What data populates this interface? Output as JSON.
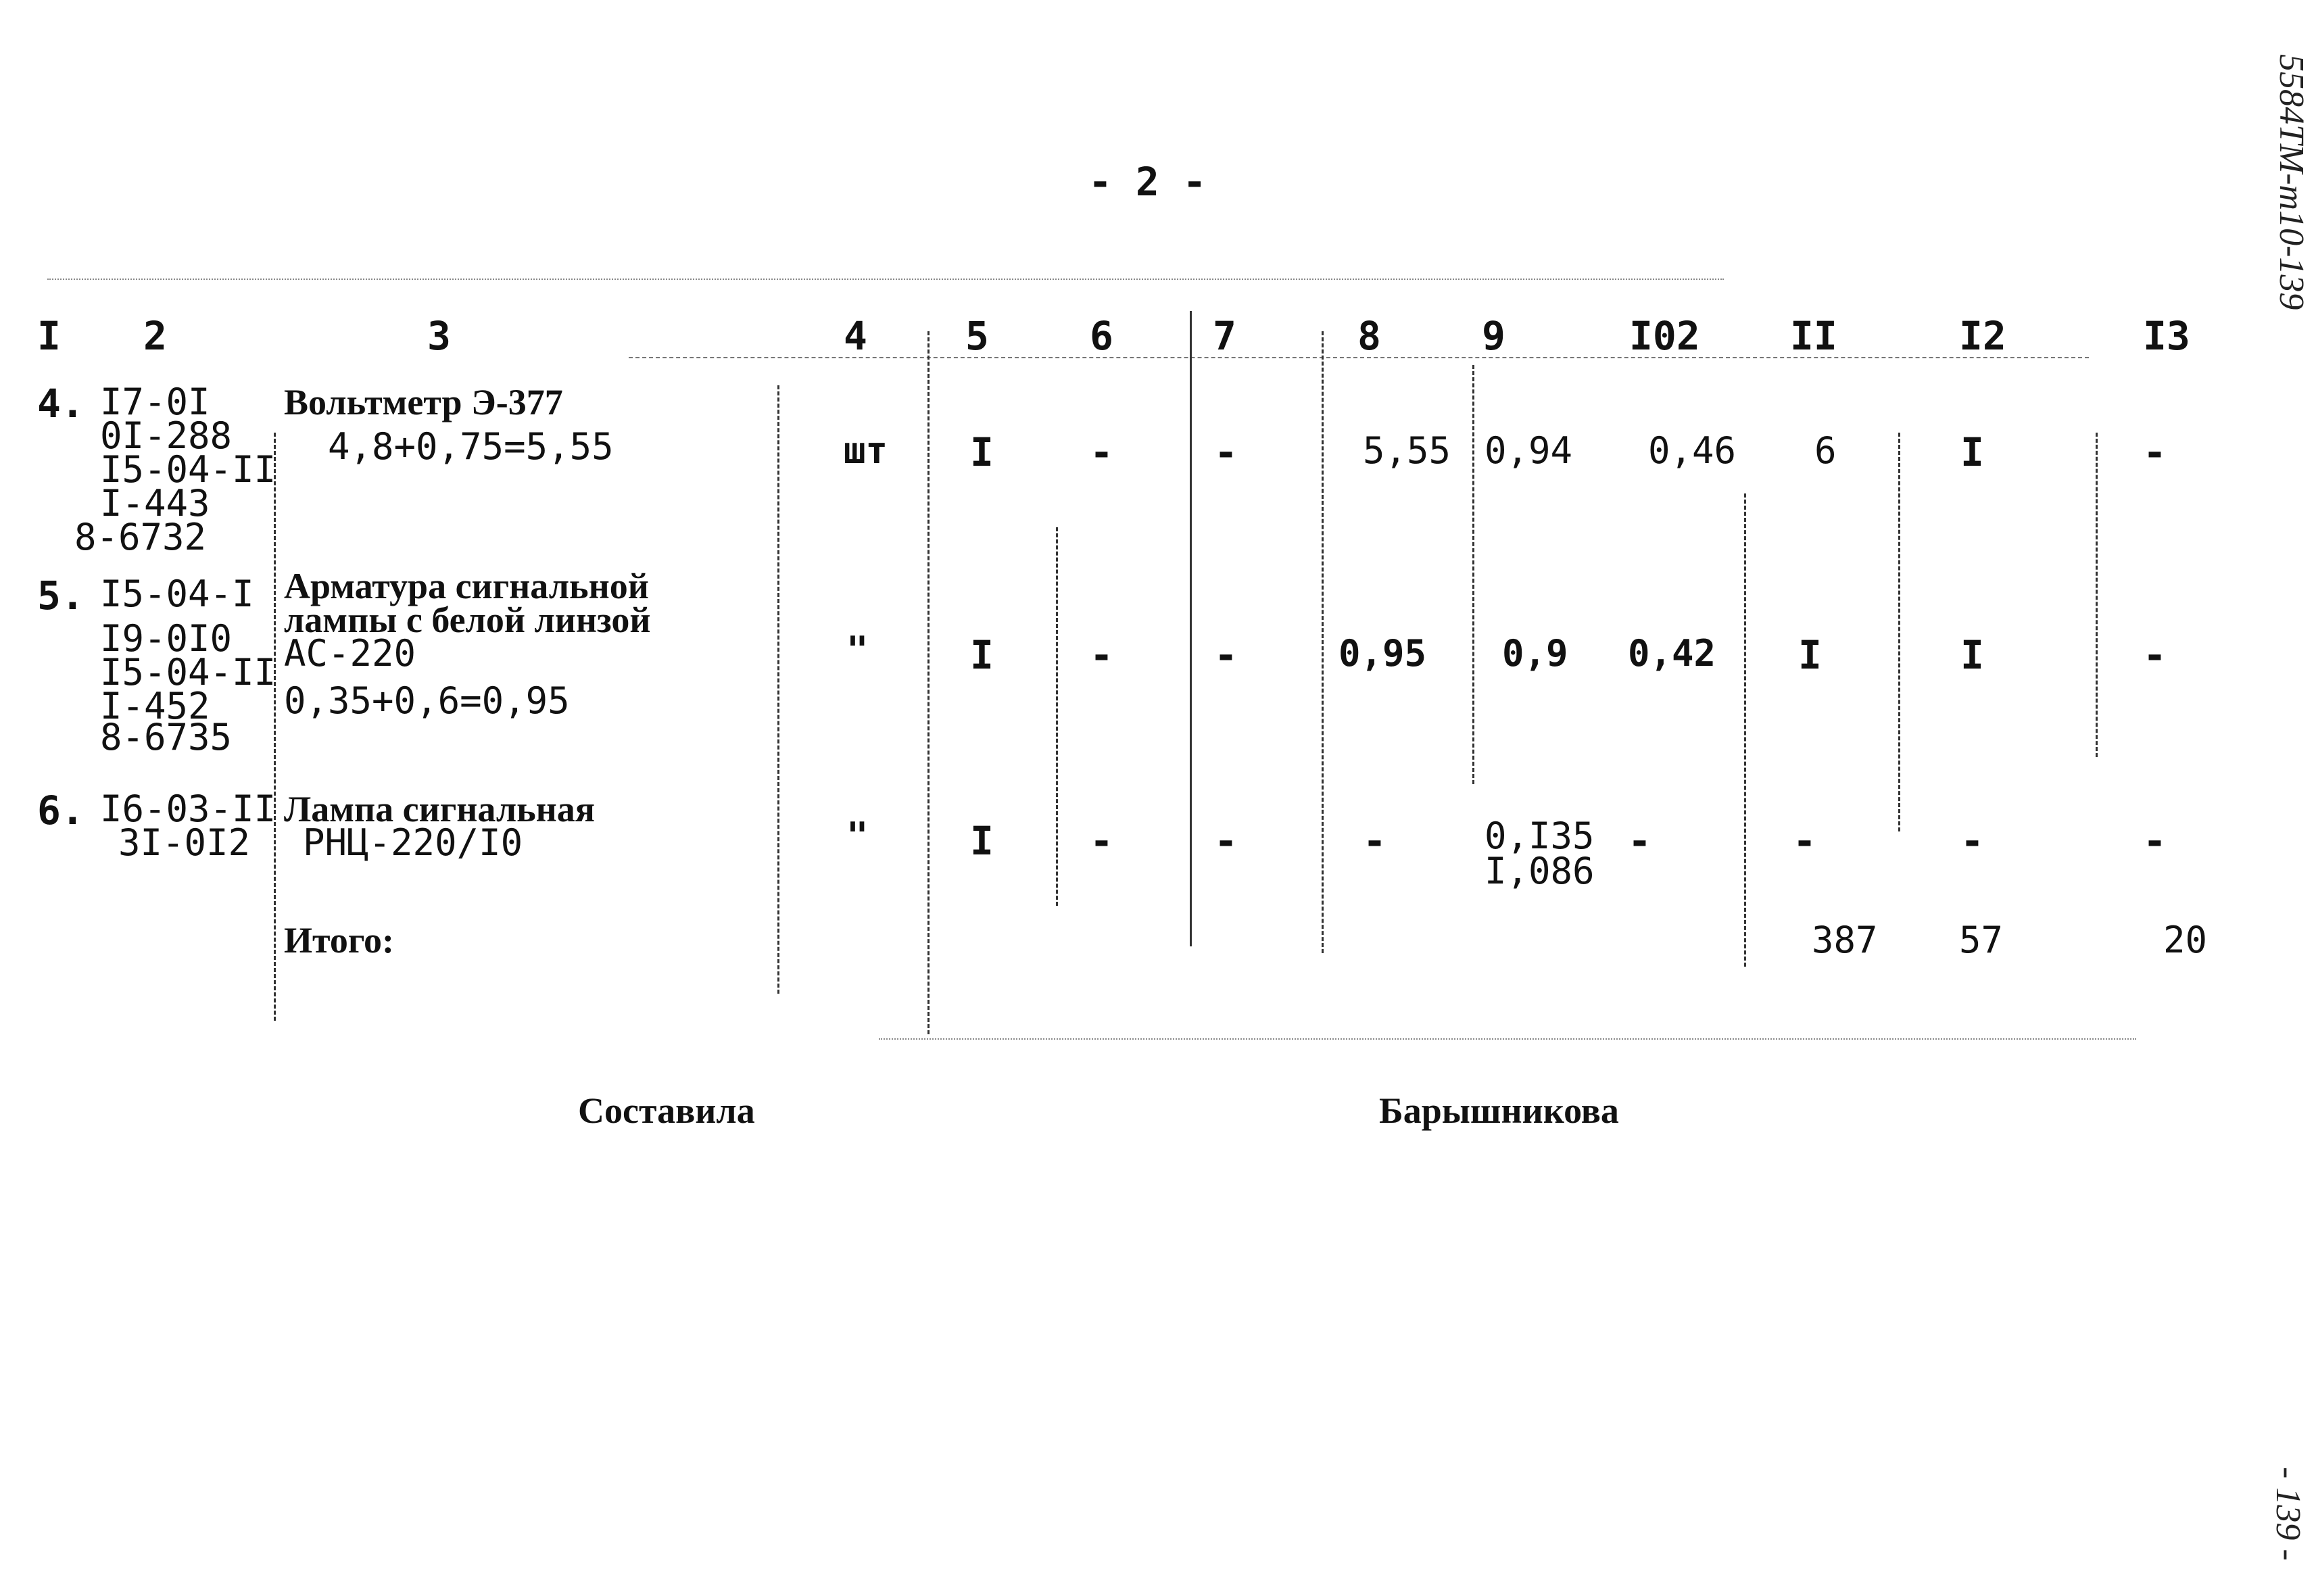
{
  "page_number": "- 2 -",
  "corner_code": "5584ТМ-т10-139",
  "footer_page": "- 139 -",
  "headers": [
    "I",
    "2",
    "3",
    "4",
    "5",
    "6",
    "7",
    "8",
    "9",
    "I02",
    "II",
    "I2",
    "I3"
  ],
  "rows": [
    {
      "num": "4.",
      "codes": [
        "I7-0I",
        "0I-288",
        "I5-04-II",
        "I-443",
        "8-6732"
      ],
      "desc": [
        "Вольтметр Э-377",
        "4,8+0,75=5,55"
      ],
      "c4": "шт",
      "c5": "I",
      "c6": "-",
      "c7": "-",
      "c8": "5,55",
      "c9": [
        "0,94"
      ],
      "c10": "0,46",
      "c11": "6",
      "c12": "I",
      "c13": "-"
    },
    {
      "num": "5.",
      "codes": [
        "I5-04-I",
        "I9-0I0",
        "I5-04-II",
        "I-452",
        "8-6735"
      ],
      "desc": [
        "Арматура сигнальной",
        "лампы с белой линзой",
        "АС-220",
        "0,35+0,6=0,95"
      ],
      "c4": "\"",
      "c5": "I",
      "c6": "-",
      "c7": "-",
      "c8": "0,95",
      "c9": [
        "0,9"
      ],
      "c10": "0,42",
      "c11": "I",
      "c12": "I",
      "c13": "-"
    },
    {
      "num": "6.",
      "codes": [
        "I6-03-II",
        "3I-0I2"
      ],
      "desc": [
        "Лампа сигнальная",
        "РНЦ-220/I0"
      ],
      "c4": "\"",
      "c5": "I",
      "c6": "-",
      "c7": "-",
      "c8": "-",
      "c9": [
        "0,I35",
        "I,086"
      ],
      "c10": "-",
      "c11": "-",
      "c12": "-",
      "c13": "-"
    }
  ],
  "total": {
    "label": "Итого:",
    "c11": "387",
    "c12": "57",
    "c13": "20"
  },
  "signature": {
    "label": "Составила",
    "name": "Барышникова"
  }
}
